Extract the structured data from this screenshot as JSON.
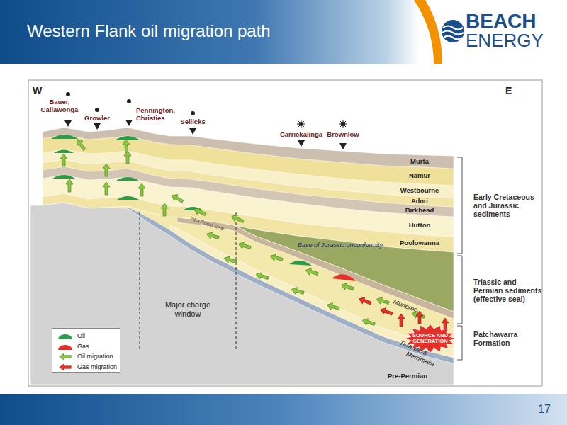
{
  "diagram": {
    "title": "Western Flank oil migration path",
    "nodes": [
      {
        "text": [
          "SOURCE AND GENERATION"
        ]
      }
    ],
    "labels": [
      "W",
      "E",
      "Bauer, Callawonga",
      "Growler",
      "Pennington, Christies",
      "Sellicks",
      "Carrickalinga",
      "Brownlow",
      "Murta",
      "Namur",
      "Westbourne",
      "Adori",
      "Birkhead",
      "Hutton",
      "Poolowanna",
      "Base of Jurassic unconformity",
      "Intra Poolo Seal",
      "Major charge window",
      "Murteree",
      "Tirrawarra",
      "Merrimelia",
      "Pre-Permian",
      "Early Cretaceous and Jurassic sediments",
      "Triassic and Permian sediments (effective seal)",
      "Patchawarra Formation",
      "BEACH",
      "ENERGY",
      "17"
    ],
    "legend": [
      {
        "text": "Oil",
        "color": "#2e9b4a"
      },
      {
        "text": "Gas",
        "color": "#e5302a"
      },
      {
        "text": "Oil migration"
      },
      {
        "text": "Gas migration"
      }
    ]
  }
}
